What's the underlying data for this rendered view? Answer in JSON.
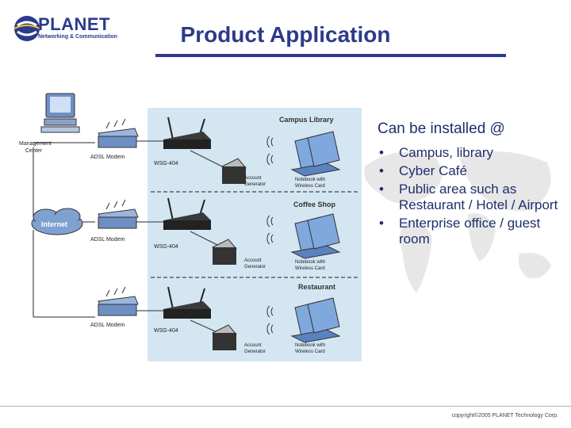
{
  "header": {
    "logo_text": "PLANET",
    "logo_sub": "Networking & Communication",
    "title": "Product Application"
  },
  "diagram": {
    "management_label": [
      "Management",
      "Center"
    ],
    "internet_label": "Internet",
    "zones": [
      {
        "name": "Campus Library"
      },
      {
        "name": "Coffee Shop"
      },
      {
        "name": "Restaurant"
      }
    ],
    "modem_label": "ADSL Modem",
    "router_label": "WSG-404",
    "account_label": [
      "Account",
      "Generator"
    ],
    "notebook_label": [
      "Notebook with",
      "Wireless Card"
    ]
  },
  "side": {
    "heading": "Can be installed @",
    "bullet_glyph": "•",
    "bullets": [
      "Campus, library",
      "Cyber Café",
      "Public area such as Restaurant / Hotel / Airport",
      "Enterprise office / guest room"
    ]
  },
  "footer": {
    "copyright": "copyright©2005 PLANET Technology Corp."
  },
  "colors": {
    "brand": "#2b3a8c",
    "panel": "#d4e6f2",
    "device": "#6e8fc4",
    "line": "#555555"
  }
}
